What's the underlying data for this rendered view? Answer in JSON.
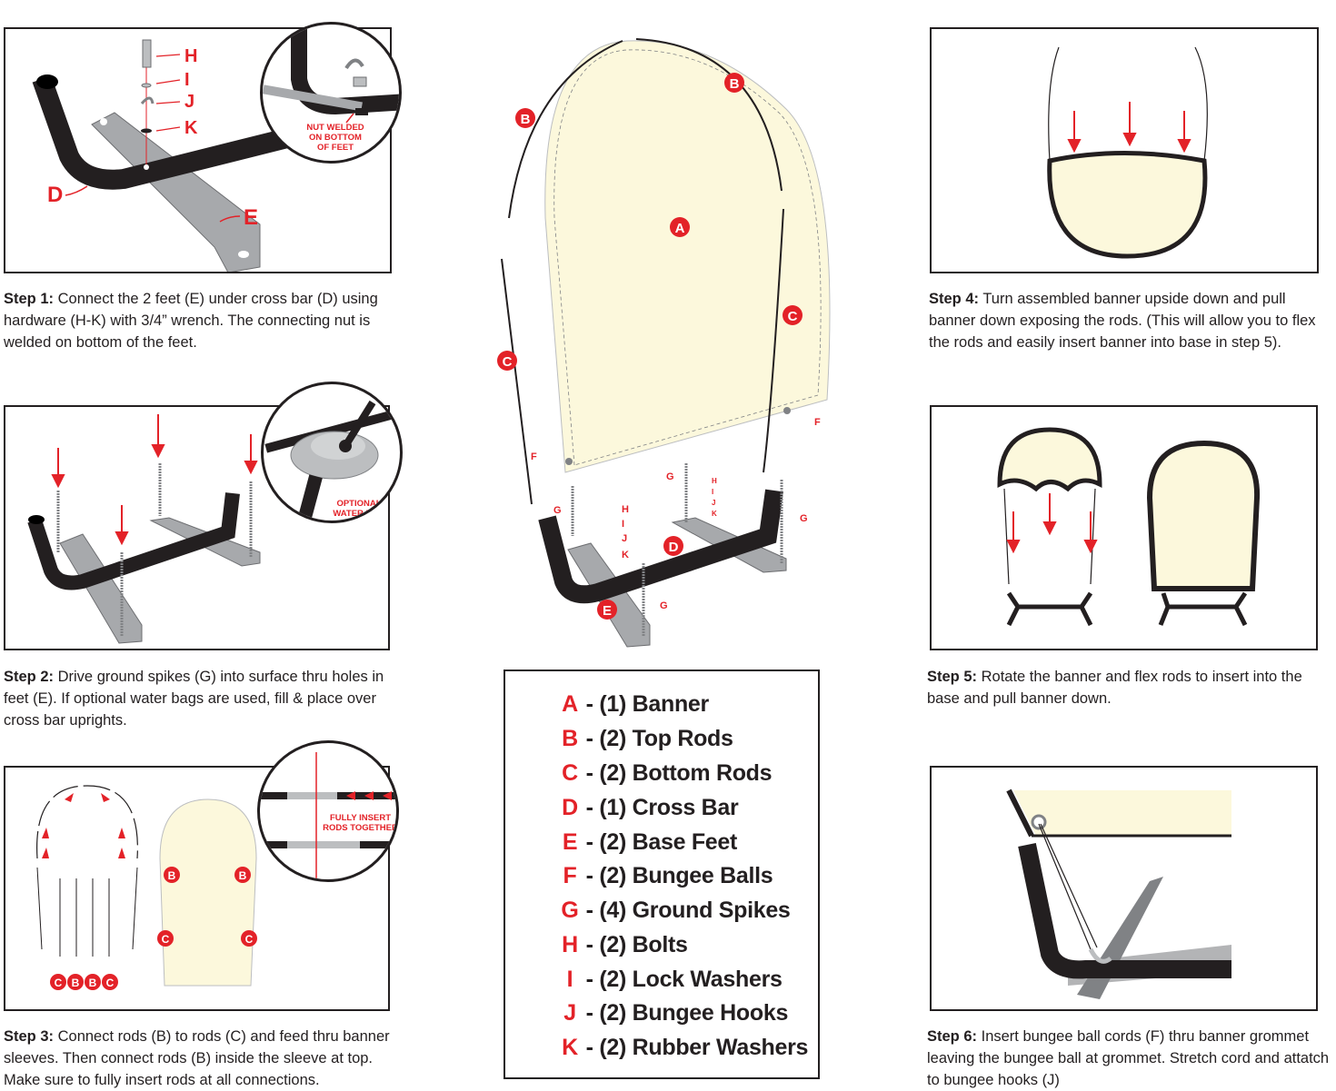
{
  "steps": {
    "step1": {
      "label": "Step 1:",
      "text": "Connect the 2 feet (E) under cross bar (D) using hardware (H-K) with 3/4” wrench. The connecting nut is welded on bottom of the feet."
    },
    "step2": {
      "label": "Step 2:",
      "text": "Drive ground spikes (G) into surface thru holes in feet (E). If optional water bags are used, fill & place over cross bar uprights."
    },
    "step3": {
      "label": "Step 3:",
      "text": "Connect rods (B) to rods (C) and feed thru banner sleeves. Then connect rods (B) inside the sleeve at top. Make sure to fully insert rods at all connections."
    },
    "step4": {
      "label": "Step 4:",
      "text": "Turn assembled banner upside down and pull banner down exposing the rods. (This will allow you to flex the rods and easily insert banner into base in step 5)."
    },
    "step5": {
      "label": "Step 5:",
      "text": "Rotate the banner and flex rods to insert into the base and pull banner down."
    },
    "step6": {
      "label": "Step 6:",
      "text": "Insert bungee ball cords (F) thru banner grommet leaving the bungee ball at grommet. Stretch cord and attatch to bungee hooks (J)"
    }
  },
  "callouts": {
    "nut": "NUT WELDED ON BOTTOM OF FEET",
    "water_bag": "OPTIONAL WATER BAG",
    "insert": "FULLY INSERT RODS TOGETHER"
  },
  "diagram_labels": {
    "A": "A",
    "B": "B",
    "C": "C",
    "D": "D",
    "E": "E",
    "F": "F",
    "G": "G",
    "H": "H",
    "I": "I",
    "J": "J",
    "K": "K"
  },
  "legend": [
    {
      "letter": "A",
      "text": "- (1) Banner"
    },
    {
      "letter": "B",
      "text": "- (2) Top Rods"
    },
    {
      "letter": "C",
      "text": "- (2) Bottom Rods"
    },
    {
      "letter": "D",
      "text": "- (1) Cross Bar"
    },
    {
      "letter": "E",
      "text": "- (2) Base Feet"
    },
    {
      "letter": "F",
      "text": "- (2) Bungee Balls"
    },
    {
      "letter": "G",
      "text": "- (4) Ground Spikes"
    },
    {
      "letter": "H",
      "text": "- (2) Bolts"
    },
    {
      "letter": "I",
      "text": "- (2) Lock Washers"
    },
    {
      "letter": "J",
      "text": "- (2) Bungee Hooks"
    },
    {
      "letter": "K",
      "text": "- (2) Rubber Washers"
    }
  ],
  "colors": {
    "accent_red": "#e32228",
    "banner_cream": "#fcf8dc",
    "frame_black": "#231f20",
    "metal_gray": "#a7a9ac"
  }
}
